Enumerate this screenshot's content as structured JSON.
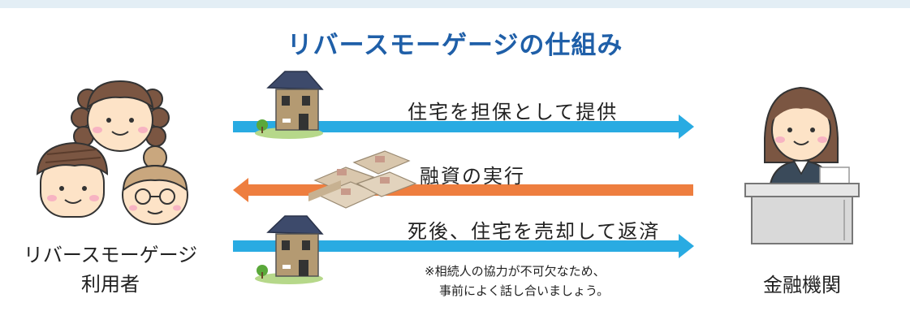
{
  "title": "リバースモーゲージの仕組み",
  "flows": [
    {
      "label": "住宅を担保として提供",
      "direction": "right",
      "color": "#29abe2"
    },
    {
      "label": "融資の実行",
      "direction": "left",
      "color": "#ee7e3f"
    },
    {
      "label": "死後、住宅を売却して返済",
      "direction": "right",
      "color": "#29abe2"
    }
  ],
  "note": {
    "line1": "※相続人の協力が不可欠なため、",
    "line2": "事前によく話し合いましょう。"
  },
  "left_party": {
    "line1": "リバースモーゲージ",
    "line2": "利用者"
  },
  "right_party": {
    "label": "金融機関"
  },
  "icons": [
    "users-group-icon",
    "house-icon",
    "money-bundles-icon",
    "bank-clerk-icon"
  ]
}
